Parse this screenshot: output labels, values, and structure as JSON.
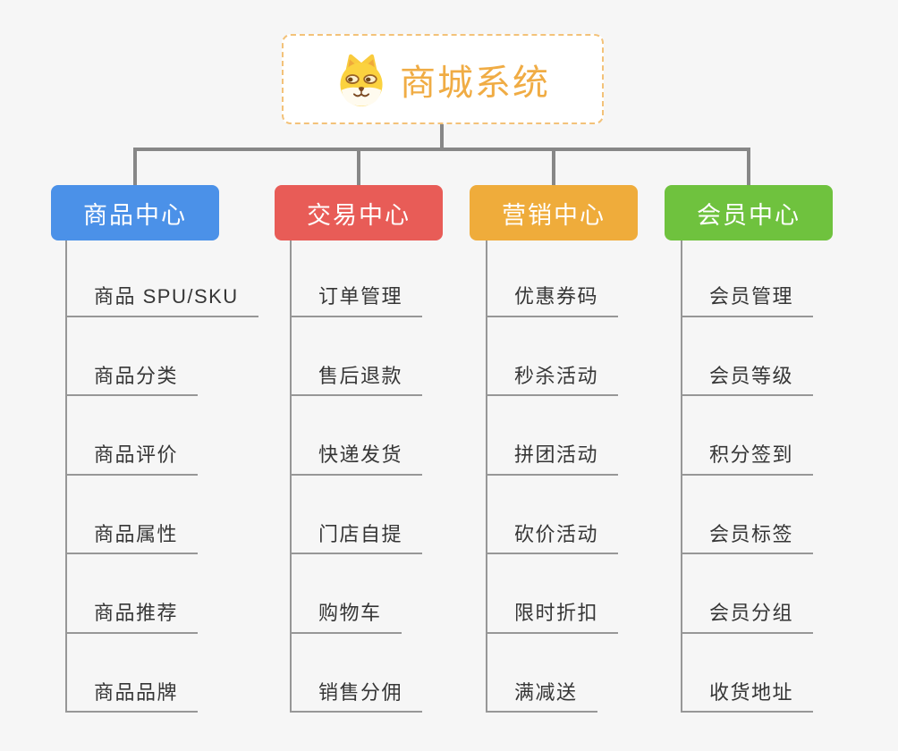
{
  "root": {
    "label": "商城系统",
    "icon": "dog-face-icon"
  },
  "branches": [
    {
      "label": "商品中心",
      "color": "#4b91e8",
      "items": [
        "商品 SPU/SKU",
        "商品分类",
        "商品评价",
        "商品属性",
        "商品推荐",
        "商品品牌"
      ]
    },
    {
      "label": "交易中心",
      "color": "#e85c57",
      "items": [
        "订单管理",
        "售后退款",
        "快递发货",
        "门店自提",
        "购物车",
        "销售分佣"
      ]
    },
    {
      "label": "营销中心",
      "color": "#efac3b",
      "items": [
        "优惠券码",
        "秒杀活动",
        "拼团活动",
        "砍价活动",
        "限时折扣",
        "满减送"
      ]
    },
    {
      "label": "会员中心",
      "color": "#6fc23e",
      "items": [
        "会员管理",
        "会员等级",
        "积分签到",
        "会员标签",
        "会员分组",
        "收货地址"
      ]
    }
  ],
  "colors": {
    "background": "#f6f6f6",
    "root_border": "#f3c279",
    "root_text": "#f0ac44",
    "connector": "#878787",
    "leaf_line": "#979797",
    "leaf_text": "#363636"
  }
}
